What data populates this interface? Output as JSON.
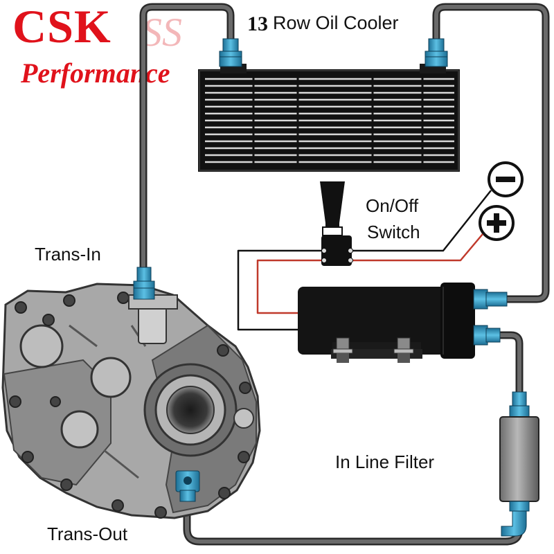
{
  "logo": {
    "brand": "CSK",
    "tagline": "Performance"
  },
  "cooler": {
    "row_count": "13",
    "label": "Row Oil Cooler"
  },
  "labels": {
    "trans_in": "Trans-In",
    "trans_out": "Trans-Out",
    "switch_line1": "On/Off",
    "switch_line2": "Switch",
    "filter": "In Line Filter"
  },
  "terminals": {
    "negative": "−",
    "positive": "+"
  },
  "colors": {
    "brand_red": "#e0121b",
    "hose": "#555555",
    "fitting_blue": "#2f8fb8",
    "wire_red": "#c0392b",
    "wire_black": "#111111"
  }
}
